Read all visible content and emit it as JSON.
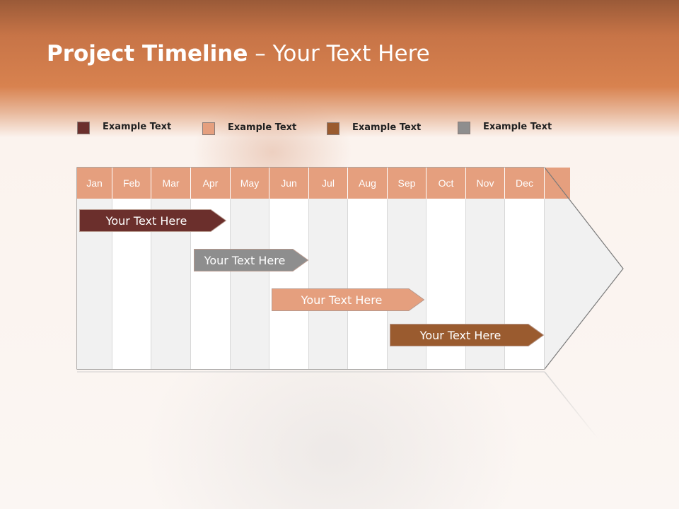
{
  "slide": {
    "title_bold": "Project Timeline",
    "title_rest": " – Your Text Here"
  },
  "legend": [
    {
      "label": "Example Text",
      "color": "#6b2f2c"
    },
    {
      "label": "Example Text",
      "color": "#e59f7e"
    },
    {
      "label": "Example Text",
      "color": "#9a5b2f"
    },
    {
      "label": "Example Text",
      "color": "#8e8e8e"
    }
  ],
  "months": [
    "Jan",
    "Feb",
    "Mar",
    "Apr",
    "May",
    "Jun",
    "Jul",
    "Aug",
    "Sep",
    "Oct",
    "Nov",
    "Dec"
  ],
  "tasks": [
    {
      "label": "Your  Text Here",
      "color": "#6b2f2c"
    },
    {
      "label": "Your  Text Here",
      "color": "#8e8e8e"
    },
    {
      "label": "Your  Text Here",
      "color": "#e59f7e"
    },
    {
      "label": "Your  Text Here",
      "color": "#9a5b2f"
    }
  ]
}
